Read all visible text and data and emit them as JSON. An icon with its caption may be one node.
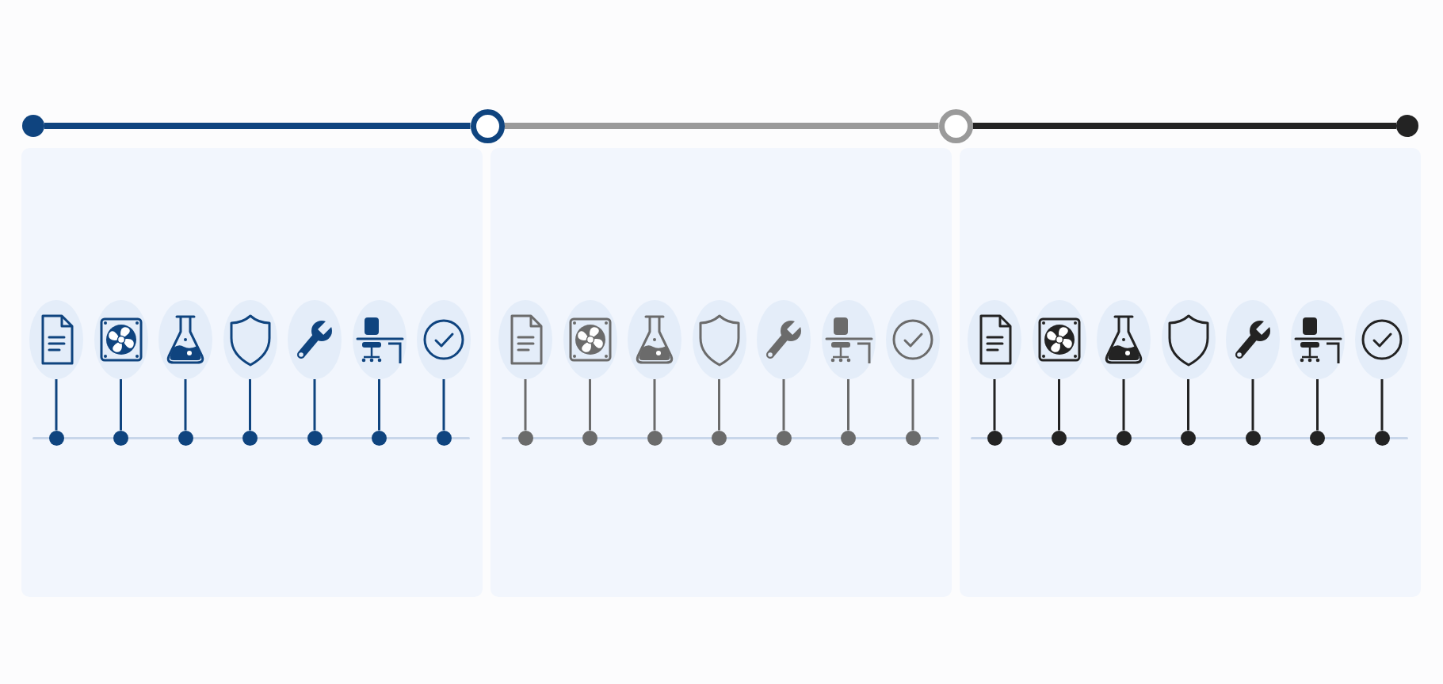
{
  "diagram": {
    "nodes": [
      {
        "text": [],
        "shape": "circle"
      },
      {
        "text": [],
        "shape": "circle"
      },
      {
        "text": [],
        "shape": "circle"
      },
      {
        "text": [],
        "shape": "circle"
      },
      {
        "text": [],
        "shape": "box"
      },
      {
        "text": [],
        "shape": "picture",
        "in": 4
      },
      {
        "text": [],
        "shape": "picture",
        "in": 4
      },
      {
        "text": [],
        "shape": "picture",
        "in": 4
      },
      {
        "text": [],
        "shape": "picture",
        "in": 4
      },
      {
        "text": [],
        "shape": "picture",
        "in": 4
      },
      {
        "text": [],
        "shape": "picture",
        "in": 4
      },
      {
        "text": [],
        "shape": "picture",
        "in": 4
      },
      {
        "text": [],
        "shape": "circle",
        "in": 4
      },
      {
        "text": [],
        "shape": "circle",
        "in": 4
      },
      {
        "text": [],
        "shape": "circle",
        "in": 4
      },
      {
        "text": [],
        "shape": "circle",
        "in": 4
      },
      {
        "text": [],
        "shape": "circle",
        "in": 4
      },
      {
        "text": [],
        "shape": "circle",
        "in": 4
      },
      {
        "text": [],
        "shape": "circle",
        "in": 4
      },
      {
        "text": [],
        "shape": "box"
      },
      {
        "text": [],
        "shape": "picture",
        "in": 19
      },
      {
        "text": [],
        "shape": "picture",
        "in": 19
      },
      {
        "text": [],
        "shape": "picture",
        "in": 19
      },
      {
        "text": [],
        "shape": "picture",
        "in": 19
      },
      {
        "text": [],
        "shape": "picture",
        "in": 19
      },
      {
        "text": [],
        "shape": "picture",
        "in": 19
      },
      {
        "text": [],
        "shape": "picture",
        "in": 19
      },
      {
        "text": [],
        "shape": "circle",
        "in": 19
      },
      {
        "text": [],
        "shape": "circle",
        "in": 19
      },
      {
        "text": [],
        "shape": "circle",
        "in": 19
      },
      {
        "text": [],
        "shape": "circle",
        "in": 19
      },
      {
        "text": [],
        "shape": "circle",
        "in": 19
      },
      {
        "text": [],
        "shape": "circle",
        "in": 19
      },
      {
        "text": [],
        "shape": "circle",
        "in": 19
      },
      {
        "text": [],
        "shape": "box"
      },
      {
        "text": [],
        "shape": "picture",
        "in": 34
      },
      {
        "text": [],
        "shape": "picture",
        "in": 34
      },
      {
        "text": [],
        "shape": "picture",
        "in": 34
      },
      {
        "text": [],
        "shape": "picture",
        "in": 34
      },
      {
        "text": [],
        "shape": "picture",
        "in": 34
      },
      {
        "text": [],
        "shape": "picture",
        "in": 34
      },
      {
        "text": [],
        "shape": "picture",
        "in": 34
      },
      {
        "text": [],
        "shape": "circle",
        "in": 34
      },
      {
        "text": [],
        "shape": "circle",
        "in": 34
      },
      {
        "text": [],
        "shape": "circle",
        "in": 34
      },
      {
        "text": [],
        "shape": "circle",
        "in": 34
      },
      {
        "text": [],
        "shape": "circle",
        "in": 34
      },
      {
        "text": [],
        "shape": "circle",
        "in": 34
      },
      {
        "text": [],
        "shape": "circle",
        "in": 34
      }
    ],
    "edges": [
      {
        "from": 0,
        "to": 1,
        "arrow": "none",
        "style": "thick",
        "color": "#0f447f"
      },
      {
        "from": 1,
        "to": 2,
        "arrow": "none",
        "style": "thick",
        "color": "#9a9a9a"
      },
      {
        "from": 2,
        "to": 3,
        "arrow": "none",
        "style": "thick",
        "color": "#232323"
      },
      {
        "from": 5,
        "to": 12,
        "arrow": "none",
        "color": "#0f447f"
      },
      {
        "from": 6,
        "to": 13,
        "arrow": "none",
        "color": "#0f447f"
      },
      {
        "from": 7,
        "to": 14,
        "arrow": "none",
        "color": "#0f447f"
      },
      {
        "from": 8,
        "to": 15,
        "arrow": "none",
        "color": "#0f447f"
      },
      {
        "from": 9,
        "to": 16,
        "arrow": "none",
        "color": "#0f447f"
      },
      {
        "from": 10,
        "to": 17,
        "arrow": "none",
        "color": "#0f447f"
      },
      {
        "from": 11,
        "to": 18,
        "arrow": "none",
        "color": "#0f447f"
      },
      {
        "from": 20,
        "to": 27,
        "arrow": "none",
        "color": "#6b6b6b"
      },
      {
        "from": 21,
        "to": 28,
        "arrow": "none",
        "color": "#6b6b6b"
      },
      {
        "from": 22,
        "to": 29,
        "arrow": "none",
        "color": "#6b6b6b"
      },
      {
        "from": 23,
        "to": 30,
        "arrow": "none",
        "color": "#6b6b6b"
      },
      {
        "from": 24,
        "to": 31,
        "arrow": "none",
        "color": "#6b6b6b"
      },
      {
        "from": 25,
        "to": 32,
        "arrow": "none",
        "color": "#6b6b6b"
      },
      {
        "from": 26,
        "to": 33,
        "arrow": "none",
        "color": "#6b6b6b"
      },
      {
        "from": 35,
        "to": 42,
        "arrow": "none",
        "color": "#232323"
      },
      {
        "from": 36,
        "to": 43,
        "arrow": "none",
        "color": "#232323"
      },
      {
        "from": 37,
        "to": 44,
        "arrow": "none",
        "color": "#232323"
      },
      {
        "from": 38,
        "to": 45,
        "arrow": "none",
        "color": "#232323"
      },
      {
        "from": 39,
        "to": 46,
        "arrow": "none",
        "color": "#232323"
      },
      {
        "from": 40,
        "to": 47,
        "arrow": "none",
        "color": "#232323"
      },
      {
        "from": 41,
        "to": 48,
        "arrow": "none",
        "color": "#232323"
      }
    ]
  }
}
